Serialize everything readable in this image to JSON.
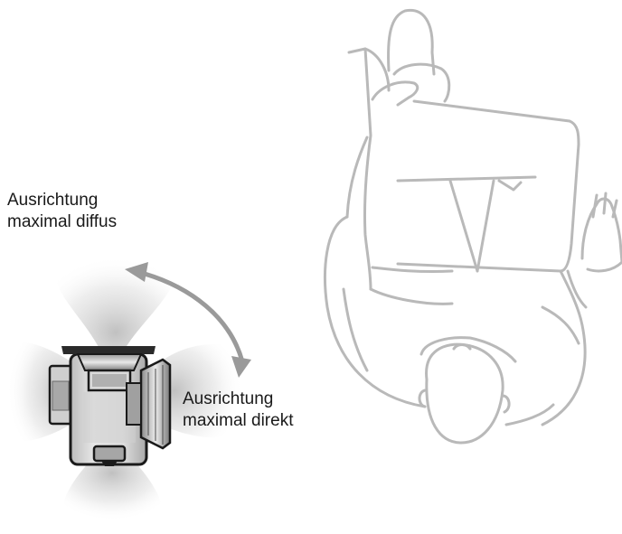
{
  "labels": {
    "diffuse_line1": "Ausrichtung",
    "diffuse_line2": "maximal diffus",
    "direct_line1": "Ausrichtung",
    "direct_line2": "maximal direkt"
  },
  "colors": {
    "outline_person": "#b9b9b9",
    "arrow": "#9a9a9a",
    "speaker_frame": "#1a1a1a",
    "speaker_body": "#d4d4d4",
    "sound_fog": "#c8c8c8",
    "text": "#1a1a1a"
  },
  "icons": {
    "speaker": "speaker-top-view-icon",
    "arrow": "curved-double-arrow-icon",
    "listener": "seated-person-top-view-icon"
  }
}
